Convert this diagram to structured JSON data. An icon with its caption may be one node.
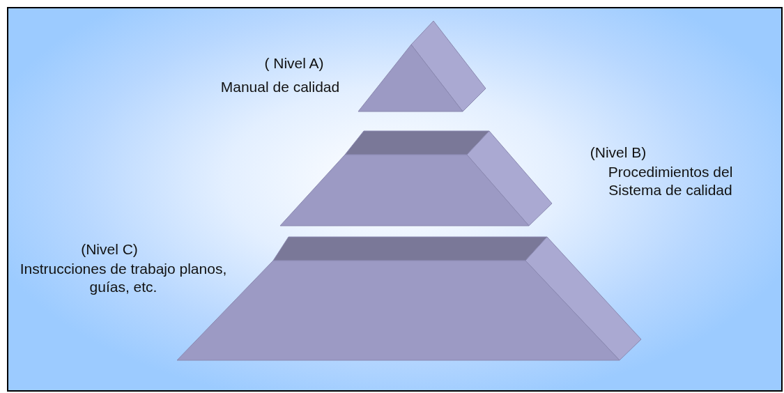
{
  "diagram": {
    "nodes": [
      {
        "text": [
          "( Nivel A)",
          "Manual de calidad"
        ]
      },
      {
        "text": [
          "(Nivel B)",
          "Procedimientos del Sistema de calidad"
        ]
      },
      {
        "text": [
          "(Nivel C)",
          "Instrucciones de trabajo planos, guías, etc."
        ]
      }
    ]
  }
}
